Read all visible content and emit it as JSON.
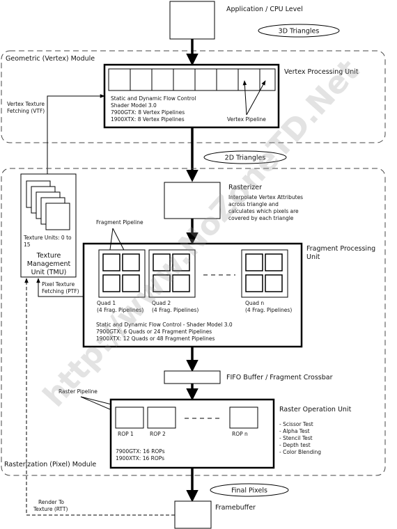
{
  "top": {
    "app_level": "Application / CPU Level",
    "tri3d": "3D Triangles",
    "tri2d": "2D Triangles",
    "final_pixels": "Final Pixels"
  },
  "geometric": {
    "module_title": "Geometric (Vertex) Module",
    "vpu_title": "Vertex Processing Unit",
    "vpu_line1": "Static and Dynamic Flow Control",
    "vpu_line2": "Shader Model 3.0",
    "vpu_line3": "7900GTX: 8 Vertex Pipelines",
    "vpu_line4": "1900XTX: 8 Vertex Pipelines",
    "vertex_pipeline": "Vertex Pipeline",
    "vtf_line1": "Vertex Texture",
    "vtf_line2": "Fetching (VTF)"
  },
  "raster_module": {
    "module_title": "Rasterization (Pixel) Module",
    "rasterizer_title": "Rasterizer",
    "rasterizer_desc": [
      "Interpolate Vertex Attributes",
      "across triangle and",
      "calculates which pixels are",
      "covered by each triangle"
    ],
    "tmu_units_line1": "Texture Units: 0 to",
    "tmu_units_line2": "15",
    "tmu_title": [
      "Texture",
      "Management",
      "Unit (TMU)"
    ],
    "ptf_line1": "Pixel Texture",
    "ptf_line2": "Fetching (PTF)",
    "fpu_title_line1": "Fragment Processing",
    "fpu_title_line2": "Unit",
    "fragment_pipeline": "Fragment Pipeline",
    "quads": [
      {
        "name": "Quad 1",
        "pipes": "(4 Frag. Pipelines)"
      },
      {
        "name": "Quad 2",
        "pipes": "(4 Frag. Pipelines)"
      },
      {
        "name": "Quad n",
        "pipes": "(4 Frag. Pipelines)"
      }
    ],
    "fpu_line1": "Static and Dynamic Flow Control - Shader Model 3.0",
    "fpu_line2": "7900GTX: 6 Quads or 24 Fragment Pipelines",
    "fpu_line3": "1900XTX: 12 Quads or 48 Fragment Pipelines",
    "fifo": "FIFO Buffer  / Fragment Crossbar",
    "raster_pipeline": "Raster Pipeline",
    "rop_title": "Raster Operation Unit",
    "rops": [
      "ROP 1",
      "ROP 2",
      "ROP n"
    ],
    "rop_line1": "7900GTX: 16 ROPs",
    "rop_line2": "1900XTX: 16 ROPs",
    "rop_tests": [
      "- Scissor Test",
      "- Alpha Test",
      "- Stencil Test",
      "- Depth test",
      "- Color Blending"
    ]
  },
  "bottom": {
    "framebuffer": "Framebuffer",
    "rtt_line1": "Render To",
    "rtt_line2": "Texture (RTT)"
  },
  "watermark": "http://www.NoZoneTD.Net"
}
